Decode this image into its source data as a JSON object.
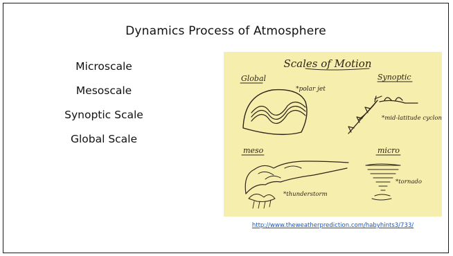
{
  "slide": {
    "title": "Dynamics Process of Atmosphere",
    "bullets": [
      "Microscale",
      "Mesoscale",
      "Synoptic Scale",
      "Global Scale"
    ],
    "source_link": "http://www.theweatherprediction.com/habyhints3/733/"
  },
  "figure": {
    "title": "Scales of Motion",
    "panels": {
      "global": {
        "label": "Global",
        "note": "*polar jet"
      },
      "synoptic": {
        "label": "Synoptic",
        "note": "*mid-latitude cyclone"
      },
      "meso": {
        "label": "meso",
        "note": "*thunderstorm"
      },
      "micro": {
        "label": "micro",
        "note": "*tornado"
      }
    },
    "background_color": "#f6eeac"
  }
}
